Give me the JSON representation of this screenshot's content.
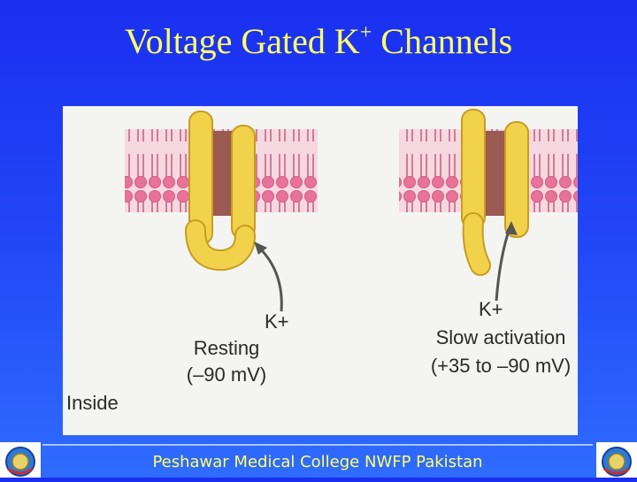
{
  "slide": {
    "title_prefix": "Voltage Gated K",
    "title_superscript": "+",
    "title_suffix": " Channels"
  },
  "figure": {
    "left_panel": {
      "ion_label": "K+",
      "state_label": "Resting",
      "voltage_label": "(–90 mV)"
    },
    "right_panel": {
      "ion_label": "K+",
      "state_label": "Slow activation",
      "voltage_label": "(+35 to –90 mV)"
    },
    "side_label": "Inside",
    "colors": {
      "channel": "#f2d24a",
      "channel_dark": "#c79d22",
      "pore": "#9a5a52",
      "lipid_head": "#e8739a",
      "membrane_bg": "#f6d8e0"
    }
  },
  "footer": {
    "text": "Peshawar Medical College NWFP Pakistan"
  }
}
